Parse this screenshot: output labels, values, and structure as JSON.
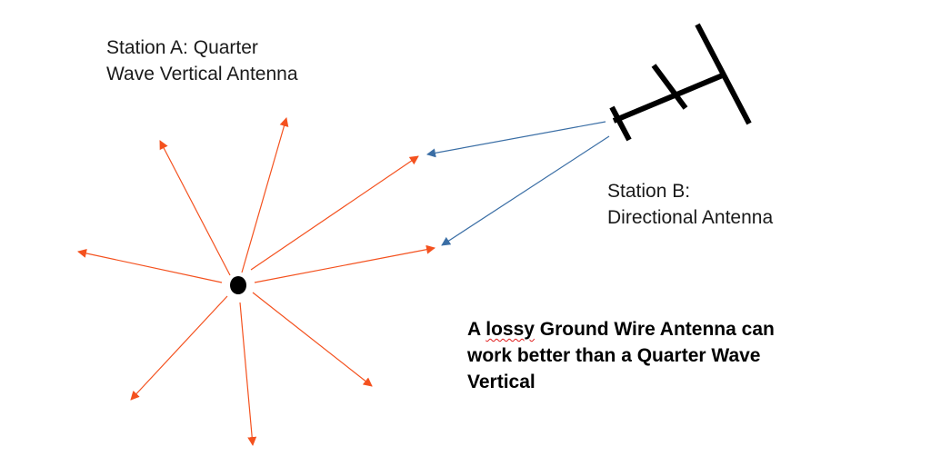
{
  "station_a": {
    "label_line1": "Station A: Quarter",
    "label_line2": "Wave Vertical Antenna"
  },
  "station_b": {
    "label_line1": "Station B:",
    "label_line2": "Directional Antenna"
  },
  "caption": {
    "line1_pre": "A ",
    "line1_flagged_word": "lossy",
    "line1_post": " Ground Wire Antenna can",
    "line2": "work better than a Quarter Wave",
    "line3": "Vertical"
  },
  "colors": {
    "radiation_arrow": "#f4511e",
    "signal_arrow": "#3a6ea5",
    "antenna": "#000000",
    "spellcheck_underline": "#e01b1b"
  }
}
